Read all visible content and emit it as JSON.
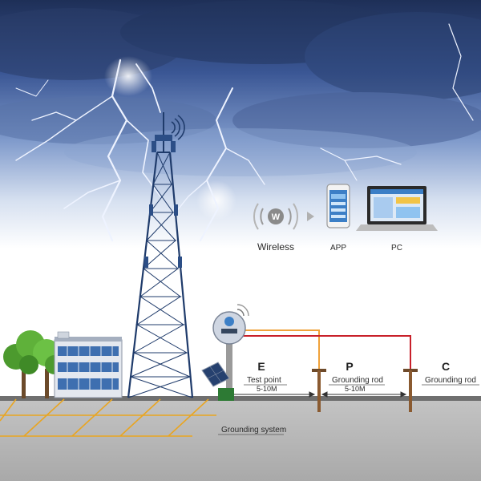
{
  "connectivity": {
    "wireless_label": "Wireless",
    "app_label": "APP",
    "pc_label": "PC",
    "wireless_badge": "W"
  },
  "measurement": {
    "electrode_e": "E",
    "electrode_p": "P",
    "electrode_c": "C",
    "test_point_label": "Test point",
    "grounding_rod_p_label": "Grounding rod",
    "grounding_rod_c_label": "Grounding rod",
    "distance_e_p": "5-10M",
    "distance_p_c": "5-10M",
    "grounding_system_label": "Grounding system"
  },
  "colors": {
    "sky_dark": "#2a3f6e",
    "lightning": "#e9f0ff",
    "tower": "#1f3b6b",
    "wire_orange": "#f0a23a",
    "wire_red": "#c8202a",
    "ground": "#b9b9b9",
    "grounding_grid": "#e9a521"
  }
}
